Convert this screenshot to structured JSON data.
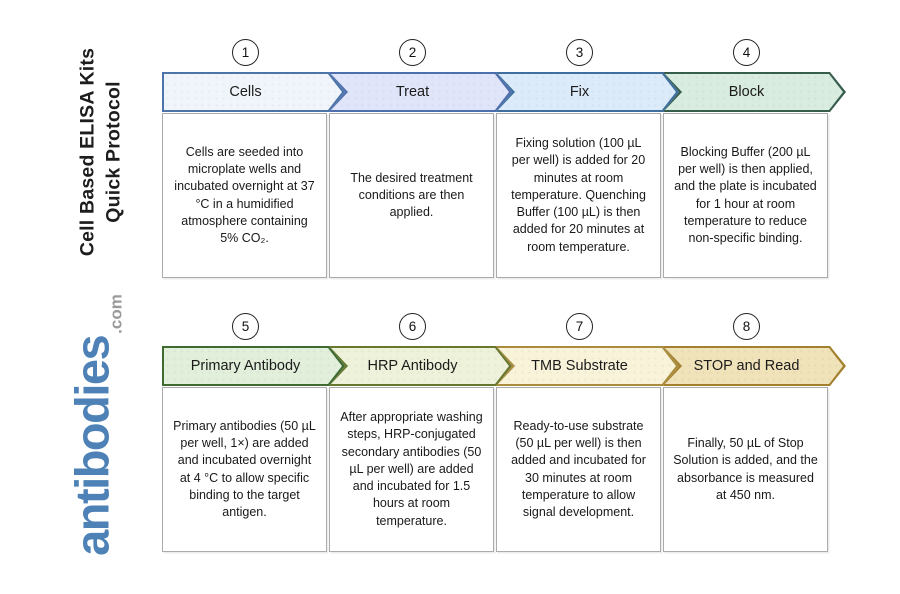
{
  "sidebar": {
    "title_line1": "Cell Based ELISA Kits",
    "title_line2": "Quick Protocol",
    "logo": "antibodies",
    "logo_suffix": ".com",
    "logo_color": "#4e82b7",
    "logo_suffix_color": "#9a9a9a"
  },
  "steps": [
    {
      "number": "1",
      "label": "Cells",
      "fill": "#f0f5fb",
      "border": "#4d74a8",
      "description": "Cells are seeded into microplate wells and incubated overnight at 37 °C in a humidified atmosphere containing 5% CO₂."
    },
    {
      "number": "2",
      "label": "Treat",
      "fill": "#e0e5f9",
      "border": "#4d6fae",
      "description": "The desired treatment conditions are then applied."
    },
    {
      "number": "3",
      "label": "Fix",
      "fill": "#dcebfa",
      "border": "#3e6f9e",
      "description": "Fixing solution (100 µL per well) is added for 20 minutes at room temperature. Quenching Buffer (100 µL) is then added for 20 minutes at room temperature."
    },
    {
      "number": "4",
      "label": "Block",
      "fill": "#d8ecdf",
      "border": "#375e4d",
      "description": "Blocking Buffer (200 µL per well) is then applied, and the plate is incubated for 1 hour at room temperature to reduce non-specific binding."
    },
    {
      "number": "5",
      "label": "Primary Antibody",
      "fill": "#e2efda",
      "border": "#3f6b33",
      "description": "Primary antibodies (50 µL per well, 1×) are added and incubated overnight at 4 °C to allow specific binding to the target antigen."
    },
    {
      "number": "6",
      "label": "HRP Antibody",
      "fill": "#eef2da",
      "border": "#68772f",
      "description": "After appropriate washing steps, HRP-conjugated secondary antibodies (50 µL per well) are added and incubated for 1.5 hours at room temperature."
    },
    {
      "number": "7",
      "label": "TMB Substrate",
      "fill": "#f8f3d9",
      "border": "#aa8c3e",
      "description": "Ready-to-use substrate (50 µL per well) is then added and incubated for 30 minutes at room temperature to allow signal development."
    },
    {
      "number": "8",
      "label": "STOP and Read",
      "fill": "#f0e2b9",
      "border": "#a3802e",
      "description": "Finally, 50 µL of Stop Solution is added, and the absorbance is measured at 450 nm."
    }
  ]
}
